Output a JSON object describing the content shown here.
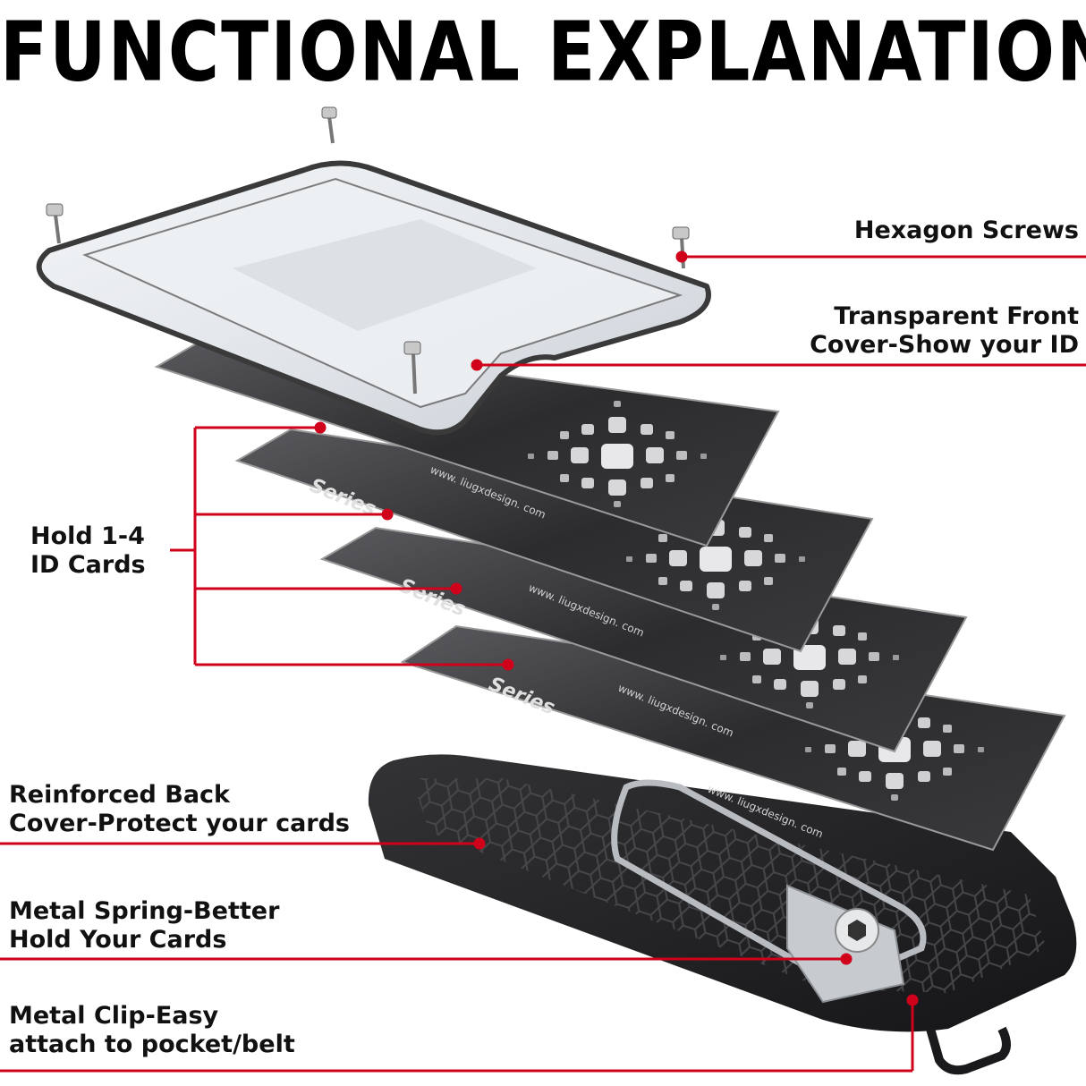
{
  "title": "FUNCTIONAL   EXPLANATION",
  "labels": {
    "hexagon_screws": "Hexagon Screws",
    "front_cover_line1": "Transparent Front",
    "front_cover_line2": "Cover-Show your ID",
    "hold_cards_line1": "Hold 1-4",
    "hold_cards_line2": "ID Cards",
    "back_cover_line1": "Reinforced Back",
    "back_cover_line2": "Cover-Protect your cards",
    "spring_line1": "Metal Spring-Better",
    "spring_line2": "Hold Your Cards",
    "clip_line1": "Metal Clip-Easy",
    "clip_line2": "attach to pocket/belt"
  },
  "card": {
    "series_text": "Series",
    "url_text": "www. liugxdesign. com"
  },
  "colors": {
    "leader": "#d0021b",
    "card": "#2b2b2e",
    "back_cover": "#1f1f22"
  }
}
